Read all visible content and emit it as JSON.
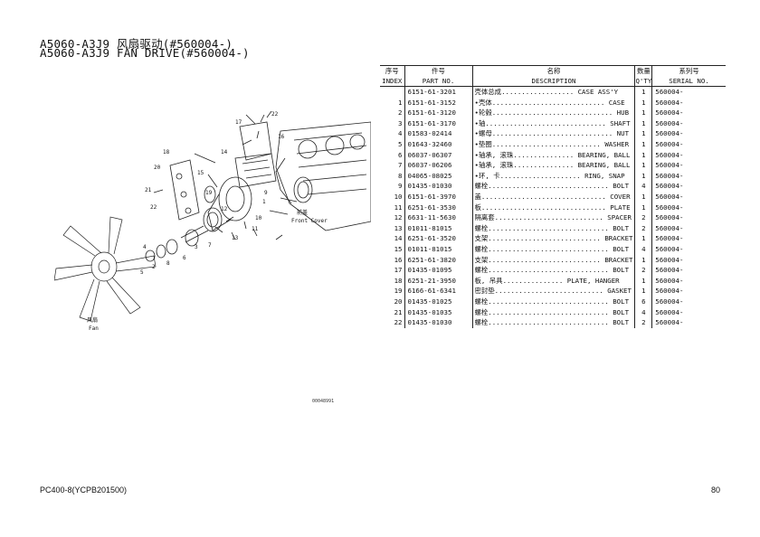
{
  "title_cn": "A5060-A3J9 风扇驱动(#560004-)",
  "title_en": "A5060-A3J9 FAN DRIVE(#560004-)",
  "table": {
    "headers_cn": [
      "序号",
      "件号",
      "名称",
      "数量",
      "系列号"
    ],
    "headers_en": [
      "INDEX",
      "PART NO.",
      "DESCRIPTION",
      "Q'TY",
      "SERIAL NO."
    ],
    "rows": [
      {
        "index": "",
        "part_no": "6151-61-3201",
        "desc": "壳体总成.................. CASE ASS'Y",
        "qty": "1",
        "serial": "560004-"
      },
      {
        "index": "1",
        "part_no": "6151-61-3152",
        "desc": "•壳体............................ CASE",
        "qty": "1",
        "serial": "560004-"
      },
      {
        "index": "2",
        "part_no": "6151-61-3120",
        "desc": "•轮毂.............................. HUB",
        "qty": "1",
        "serial": "560004-"
      },
      {
        "index": "3",
        "part_no": "6151-61-3170",
        "desc": "•轴.............................. SHAFT",
        "qty": "1",
        "serial": "560004-"
      },
      {
        "index": "4",
        "part_no": "01583-02414",
        "desc": "•螺母.............................. NUT",
        "qty": "1",
        "serial": "560004-"
      },
      {
        "index": "5",
        "part_no": "01643-32460",
        "desc": "•垫圈........................... WASHER",
        "qty": "1",
        "serial": "560004-"
      },
      {
        "index": "6",
        "part_no": "06037-06307",
        "desc": "•轴承, 滚珠............... BEARING, BALL",
        "qty": "1",
        "serial": "560004-"
      },
      {
        "index": "7",
        "part_no": "06037-06206",
        "desc": "•轴承, 滚珠............... BEARING, BALL",
        "qty": "1",
        "serial": "560004-"
      },
      {
        "index": "8",
        "part_no": "04065-08025",
        "desc": "•环, 卡.................... RING, SNAP",
        "qty": "1",
        "serial": "560004-"
      },
      {
        "index": "9",
        "part_no": "01435-01030",
        "desc": "螺栓.............................. BOLT",
        "qty": "4",
        "serial": "560004-"
      },
      {
        "index": "10",
        "part_no": "6151-61-3970",
        "desc": "盖............................... COVER",
        "qty": "1",
        "serial": "560004-"
      },
      {
        "index": "11",
        "part_no": "6251-61-3530",
        "desc": "板............................... PLATE",
        "qty": "1",
        "serial": "560004-"
      },
      {
        "index": "12",
        "part_no": "6631-11-5630",
        "desc": "隔离套........................... SPACER",
        "qty": "2",
        "serial": "560004-"
      },
      {
        "index": "13",
        "part_no": "01011-81015",
        "desc": "螺栓.............................. BOLT",
        "qty": "2",
        "serial": "560004-"
      },
      {
        "index": "14",
        "part_no": "6251-61-3520",
        "desc": "支架............................ BRACKET",
        "qty": "1",
        "serial": "560004-"
      },
      {
        "index": "15",
        "part_no": "01011-81015",
        "desc": "螺栓.............................. BOLT",
        "qty": "4",
        "serial": "560004-"
      },
      {
        "index": "16",
        "part_no": "6251-61-3820",
        "desc": "支架............................ BRACKET",
        "qty": "1",
        "serial": "560004-"
      },
      {
        "index": "17",
        "part_no": "01435-01095",
        "desc": "螺栓.............................. BOLT",
        "qty": "2",
        "serial": "560004-"
      },
      {
        "index": "18",
        "part_no": "6251-21-3950",
        "desc": "板, 吊具............... PLATE, HANGER",
        "qty": "1",
        "serial": "560004-"
      },
      {
        "index": "19",
        "part_no": "6166-61-6341",
        "desc": "密封垫........................... GASKET",
        "qty": "1",
        "serial": "560004-"
      },
      {
        "index": "20",
        "part_no": "01435-01025",
        "desc": "螺栓.............................. BOLT",
        "qty": "6",
        "serial": "560004-"
      },
      {
        "index": "21",
        "part_no": "01435-01035",
        "desc": "螺栓.............................. BOLT",
        "qty": "4",
        "serial": "560004-"
      },
      {
        "index": "22",
        "part_no": "01435-01030",
        "desc": "螺栓.............................. BOLT",
        "qty": "2",
        "serial": "560004-"
      }
    ]
  },
  "diagram": {
    "callouts": [
      "1",
      "2",
      "3",
      "4",
      "5",
      "6",
      "7",
      "8",
      "9",
      "10",
      "11",
      "12",
      "13",
      "14",
      "15",
      "16",
      "17",
      "18",
      "19",
      "20",
      "21",
      "22"
    ],
    "label_front_cover_cn": "前盖",
    "label_front_cover_en": "Front Cover",
    "label_fan_cn": "风扇",
    "label_fan_en": "Fan",
    "drawing_code": "00048991"
  },
  "footer": {
    "model": "PC400-8(YCPB201500)",
    "page": "80"
  }
}
